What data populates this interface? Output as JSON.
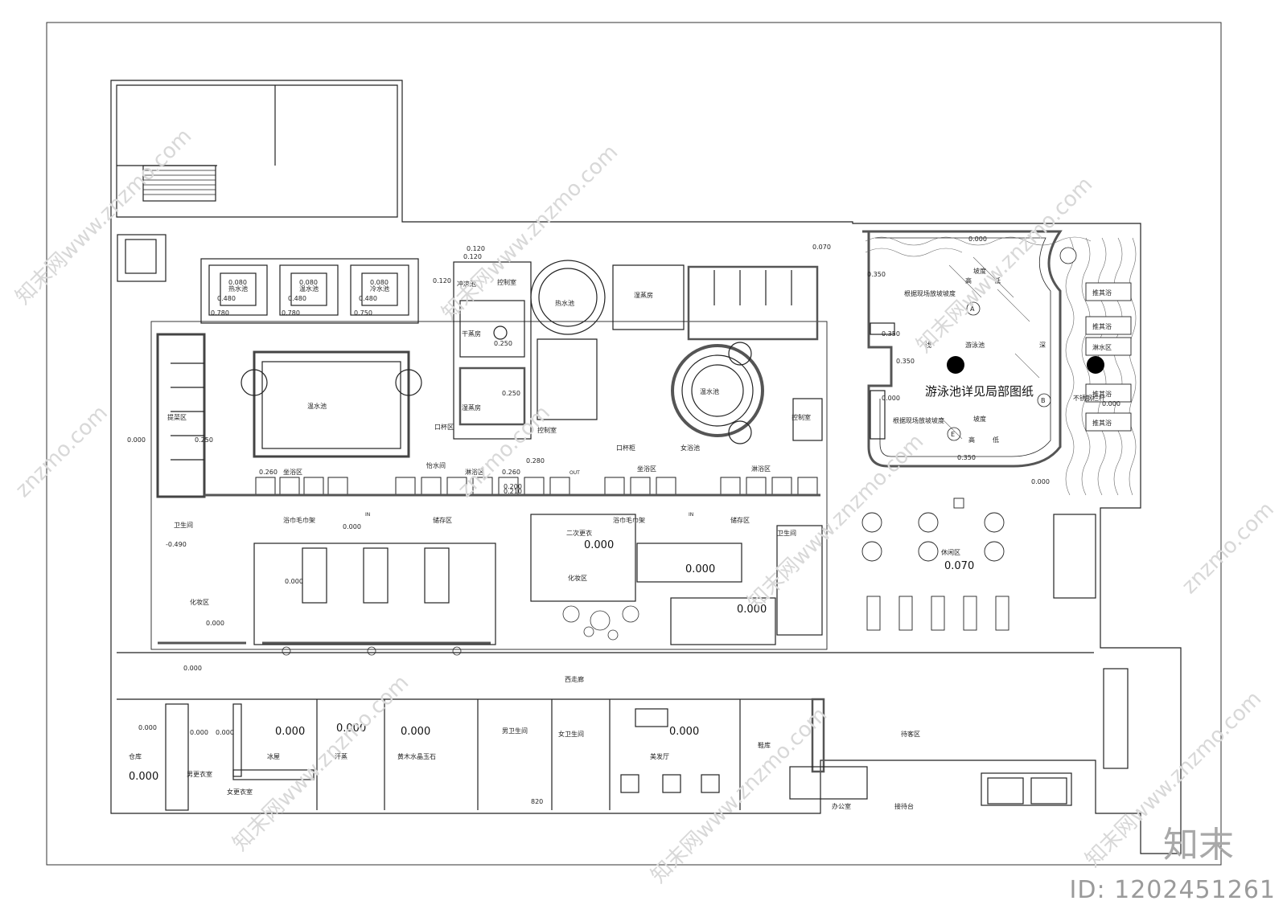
{
  "rooms": {
    "warm_pool_hot": "热水池",
    "warm_pool_mid": "温水池",
    "warm_pool_cold": "冷水池",
    "plunge_pool": "温水池",
    "hot_pool": "热水池",
    "steam_room": "湿蒸房",
    "dry_sauna": "干蒸房",
    "wet_sauna": "湿蒸房",
    "cooling_pool": "冲凉池",
    "control_room_1": "控制室",
    "control_room_2": "控制室",
    "control_room_3": "控制室",
    "mouth_area": "口杯区",
    "relax_left": "提菜区",
    "sit_shower_1": "坐浴区",
    "drink_area": "怡水间",
    "shower_1": "淋浴区",
    "sit_shower_2": "坐浴区",
    "shower_2": "淋浴区",
    "towel_rack_1": "浴巾毛巾架",
    "storage_1": "储存区",
    "towel_rack_2": "浴巾毛巾架",
    "storage_2": "储存区",
    "wc_left": "卫生间",
    "wc_right": "卫生间",
    "second_change": "二次更衣",
    "makeup_left": "化妆区",
    "makeup_mid": "化妆区",
    "female_pool": "女浴池",
    "cup_label": "口杯柜",
    "lounge": "休闲区",
    "corridor": "西走廊",
    "warehouse": "仓库",
    "male_change": "男更衣室",
    "female_change": "女更衣室",
    "ice_room": "冰屋",
    "sweat_room": "汗蒸",
    "jade_room": "黄木水晶玉石",
    "male_wc": "男卫生间",
    "female_wc": "女卫生间",
    "salon": "美发厅",
    "shoe_room": "鞋库",
    "waiting": "待客区",
    "office": "办公室",
    "reception": "接待台",
    "swimming": "游泳池",
    "pool_note": "游泳池详见局部图纸",
    "shallow": "浅",
    "deep": "深",
    "drain_note_1": "根据现场放坡坡度",
    "drain_note_2": "根据现场放坡坡度",
    "slope": "坡度",
    "high": "高",
    "low": "低",
    "marker_a": "A",
    "marker_b": "B",
    "marker_e": "E",
    "sun_bath": [
      "推其浴",
      "推其浴",
      "淋水区",
      "推其浴",
      "推其浴"
    ],
    "guard_rail": "不锈钢栏杆",
    "out": "OUT",
    "in": "IN"
  },
  "elevations": {
    "e_0000": "0.000",
    "e_0070": "0.070",
    "e_0250": "0.250",
    "e_0120": "0.120",
    "e_0260": "0.260",
    "e_0280": "0.280",
    "e_0350": "0.350",
    "e_0480": "0.480",
    "e_0780": "0.780",
    "e_0750": "0.750",
    "e_0080": "0.080",
    "e_0200": "0.200",
    "e_0210": "0.210",
    "e_0490": "-0.490",
    "e_820": "820"
  },
  "watermarks": {
    "site": "znzmo.com",
    "brand": "知末网www.znzmo.com",
    "logo": "知末",
    "id": "ID: 1202451261"
  }
}
